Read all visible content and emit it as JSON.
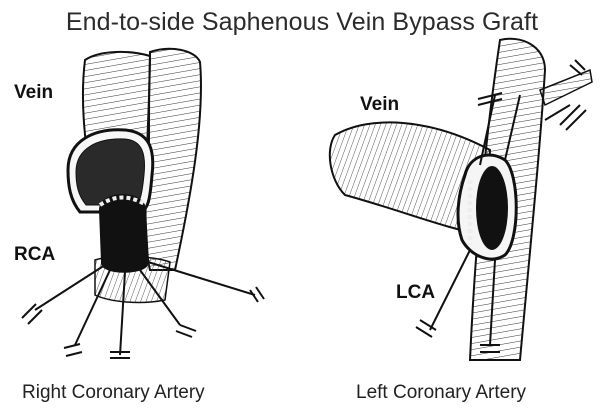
{
  "title": "End-to-side Saphenous Vein Bypass Graft",
  "left_panel": {
    "vein_label": "Vein",
    "artery_label": "RCA",
    "caption": "Right Coronary Artery"
  },
  "right_panel": {
    "vein_label": "Vein",
    "artery_label": "LCA",
    "caption": "Left Coronary Artery"
  }
}
